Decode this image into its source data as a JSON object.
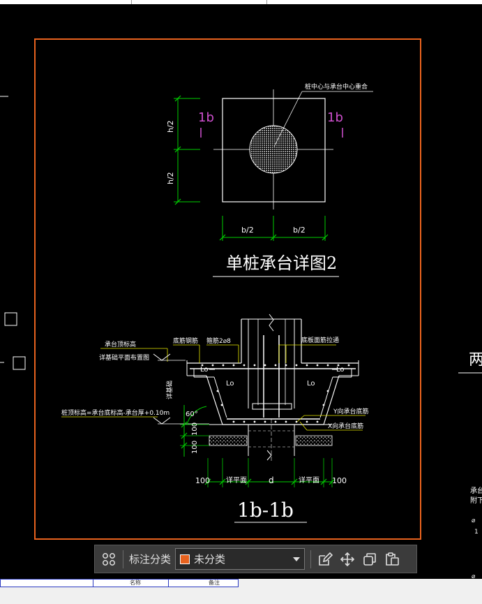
{
  "drawing": {
    "plan_note": "桩中心与承台中心重合",
    "section_mark_left": "1b",
    "section_mark_right": "1b",
    "dim_h2_top": "h/2",
    "dim_h2_bottom": "h/2",
    "dim_b2_left": "b/2",
    "dim_b2_right": "b/2",
    "plan_title": "单桩承台详图2",
    "section_title": "1b-1b",
    "note_cap_top_1": "承台顶标高",
    "note_cap_top_2": "详基础平面布置图",
    "note_bottom_bar": "底筋钢筋",
    "note_stirrup": "箍筋2⌀8",
    "note_mesh": "底板面筋拉通",
    "note_pile_top": "桩顶标高=承台底标高-承台厚+0.10m",
    "note_slope": "详基础",
    "note_y_bar": "Y向承台底筋",
    "note_x_bar": "X向承台底筋",
    "lo1": "Lo",
    "lo2": "Lo",
    "lo3": "Lo",
    "lo4": "Lo",
    "angle": "60°",
    "dim_100_a": "100",
    "dim_100_b": "100",
    "dim_bot_100_l": "100",
    "dim_bot_detail_l": "详平面",
    "dim_bot_d": "d",
    "dim_bot_detail_r": "详平面",
    "dim_bot_100_r": "100",
    "side_text_right": "两",
    "side_note_1": "承台",
    "side_note_2": "附下"
  },
  "toolbar": {
    "label": "标注分类",
    "select_value": "未分类",
    "swatch_color": "#e8621e"
  },
  "bottom_table": {
    "col1": "名称",
    "col2": "备注"
  },
  "colors": {
    "background": "#000000",
    "line_white": "#ffffff",
    "dim_green": "#00d000",
    "mark_magenta": "#d050d0",
    "leader_yellow": "#e6e600",
    "selection_orange": "#e8621e"
  }
}
